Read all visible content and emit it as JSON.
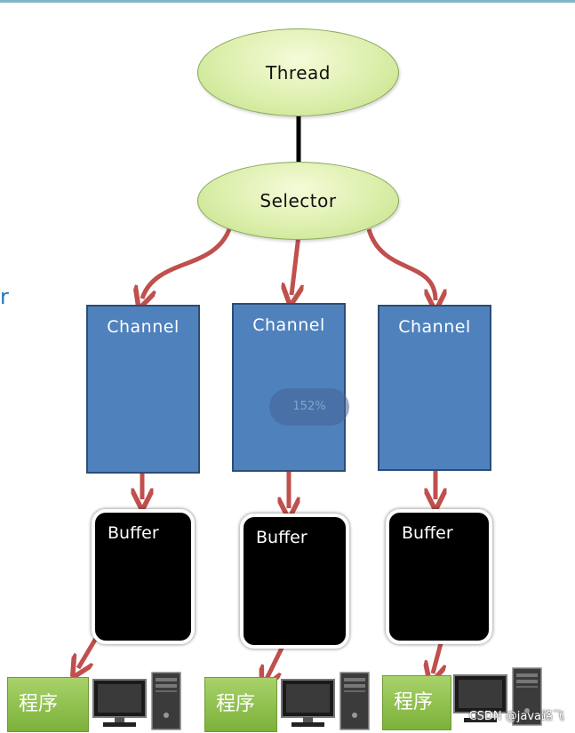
{
  "thread_label": "Thread",
  "selector_label": "Selector",
  "edge_fragment": "r",
  "channels": [
    "Channel",
    "Channel",
    "Channel"
  ],
  "buffers": [
    "Buffer",
    "Buffer",
    "Buffer"
  ],
  "programs": [
    "程序",
    "程序",
    "程序"
  ],
  "zoom_badge": "152%",
  "watermark": "CSDN @java路飞",
  "colors": {
    "ellipse_fill": "#d7eca5",
    "ellipse_border": "#8aa85a",
    "channel_fill": "#4f81bd",
    "channel_border": "#2c4d75",
    "buffer_fill": "#000000",
    "arrow": "#c0504d",
    "program_fill": "#8dbf4a"
  },
  "icons": [
    "computer-monitor-icon",
    "computer-tower-icon"
  ]
}
